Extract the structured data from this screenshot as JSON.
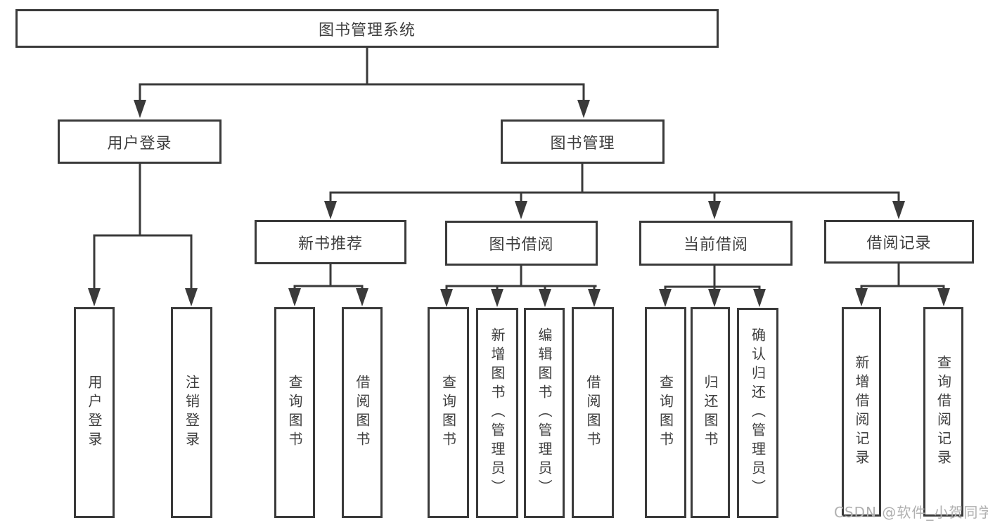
{
  "diagram": {
    "nodes": [
      {
        "id": "system",
        "label": "图书管理系统",
        "parent": null
      },
      {
        "id": "user-login-group",
        "label": "用户登录",
        "parent": "system"
      },
      {
        "id": "book-management",
        "label": "图书管理",
        "parent": "system"
      },
      {
        "id": "new-book-recommendation",
        "label": "新书推荐",
        "parent": "book-management"
      },
      {
        "id": "book-borrowing",
        "label": "图书借阅",
        "parent": "book-management"
      },
      {
        "id": "current-borrowing",
        "label": "当前借阅",
        "parent": "book-management"
      },
      {
        "id": "borrowing-records",
        "label": "借阅记录",
        "parent": "book-management"
      },
      {
        "id": "user-login",
        "label": "用户登录",
        "parent": "user-login-group"
      },
      {
        "id": "logout",
        "label": "注销登录",
        "parent": "user-login-group"
      },
      {
        "id": "query-book-1",
        "label": "查询图书",
        "parent": "new-book-recommendation"
      },
      {
        "id": "borrow-book-1",
        "label": "借阅图书",
        "parent": "new-book-recommendation"
      },
      {
        "id": "query-book-2",
        "label": "查询图书",
        "parent": "book-borrowing"
      },
      {
        "id": "add-book-admin",
        "label": "新增图书（管理员）",
        "parent": "book-borrowing"
      },
      {
        "id": "edit-book-admin",
        "label": "编辑图书（管理员）",
        "parent": "book-borrowing"
      },
      {
        "id": "borrow-book-2",
        "label": "借阅图书",
        "parent": "book-borrowing"
      },
      {
        "id": "query-book-3",
        "label": "查询图书",
        "parent": "current-borrowing"
      },
      {
        "id": "return-book",
        "label": "归还图书",
        "parent": "current-borrowing"
      },
      {
        "id": "confirm-return-admin",
        "label": "确认归还（管理员）",
        "parent": "current-borrowing"
      },
      {
        "id": "add-borrow-record",
        "label": "新增借阅记录",
        "parent": "borrowing-records"
      },
      {
        "id": "query-borrow-record",
        "label": "查询借阅记录",
        "parent": "borrowing-records"
      }
    ]
  },
  "watermark": {
    "text": "CSDN @软件_小贺同学"
  },
  "colors": {
    "line": "#3a3a3a",
    "border": "#3a3a3a",
    "text": "#3e3e3e",
    "watermark": "#b0b0b0",
    "background": "#ffffff"
  }
}
